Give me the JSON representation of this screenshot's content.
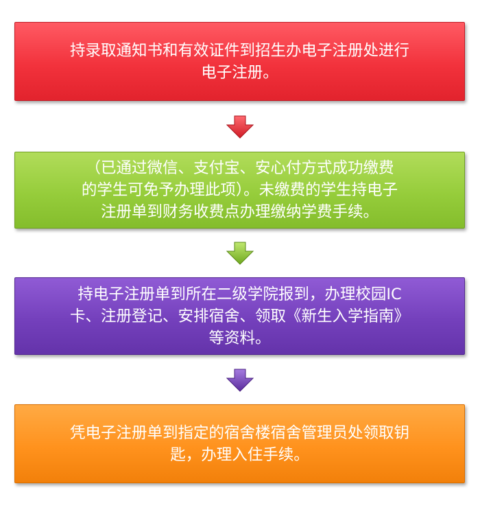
{
  "steps": [
    {
      "lines": [
        "持录取通知书和有效证件到招生办电子注册处进行",
        "电子注册。"
      ],
      "color": "#f2323c"
    },
    {
      "lines": [
        "（已通过微信、支付宝、安心付方式成功缴费",
        "的学生可免予办理此项）。未缴费的学生持电子",
        "注册单到财务收费点办理缴纳学费手续。"
      ],
      "color": "#96cd3b"
    },
    {
      "lines": [
        "持电子注册单到所在二级学院报到，办理校园IC",
        "卡、注册登记、安排宿舍、领取《新生入学指南》",
        "等资料。"
      ],
      "color": "#7440bc"
    },
    {
      "lines": [
        "凭电子注册单到指定的宿舍楼宿舍管理员处领取钥",
        "匙，办理入住手续。"
      ],
      "color": "#ff921d"
    }
  ],
  "arrows": [
    {
      "color": "#e8232d",
      "icon": "down-arrow-icon"
    },
    {
      "color": "#8cc63f",
      "icon": "down-arrow-icon"
    },
    {
      "color": "#7440bc",
      "icon": "down-arrow-icon"
    }
  ]
}
